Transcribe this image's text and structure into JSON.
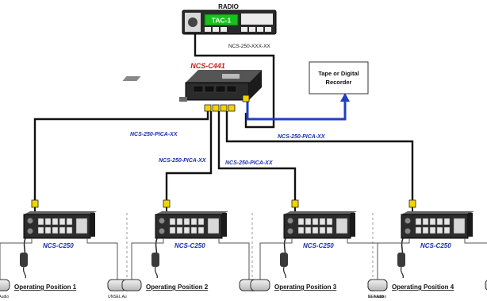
{
  "radio": {
    "title": "RADIO",
    "display": "TAC-1"
  },
  "cable_top": "NCS-250-XXX-XX",
  "hub": {
    "model": "NCS-C441"
  },
  "recorder": {
    "line1": "Tape or Digital",
    "line2": "Recorder"
  },
  "cables": {
    "left": "NCS-250-PICA-XX",
    "right": "NCS-250-PICA-XX",
    "mid_left": "NCS-250-PICA-XX",
    "mid_right": "NCS-250-PICA-XX"
  },
  "positions": [
    {
      "unit": "NCS-C250",
      "label": "Operating Position 1",
      "pedal_left": "SEL Audio",
      "pedal_right": "UNSEL Au"
    },
    {
      "unit": "NCS-C250",
      "label": "Operating Position 2",
      "pedal_left": "",
      "pedal_right": ""
    },
    {
      "unit": "NCS-C250",
      "label": "Operating Position 3",
      "pedal_left": "",
      "pedal_right": "EL Audio"
    },
    {
      "unit": "NCS-C250",
      "label": "Operating Position 4",
      "pedal_left": "SEL Audio",
      "pedal_right": ""
    }
  ],
  "colors": {
    "cable": "#111111",
    "recorder_line": "#1f3fc4",
    "accent": "#c0201c",
    "connector": "#f2d400",
    "unit_blue": "#1a2fb0"
  }
}
